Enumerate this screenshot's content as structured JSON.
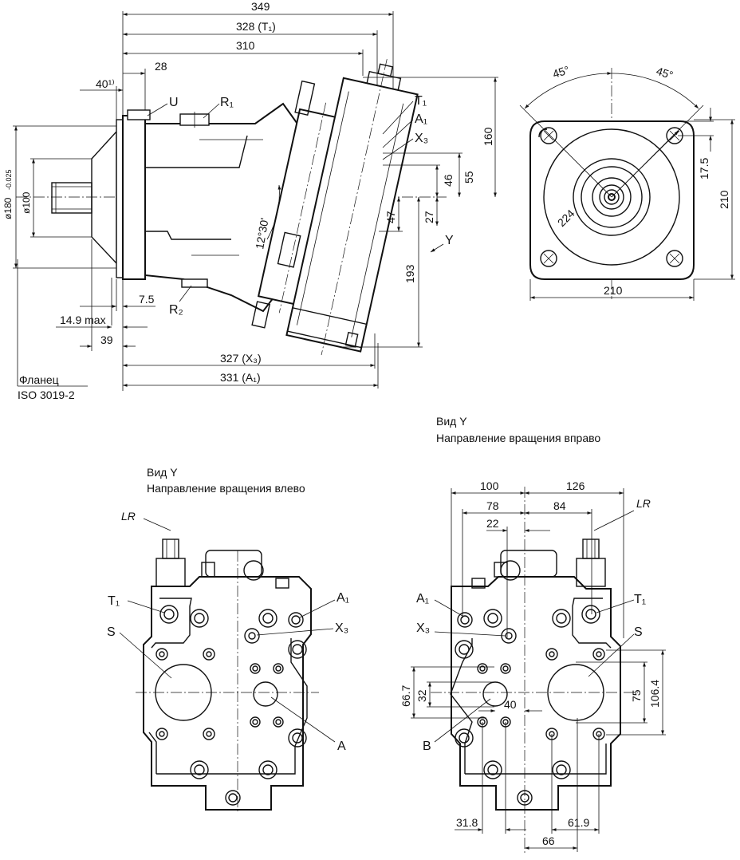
{
  "dims_side": {
    "d349": "349",
    "d328": "328 (T₁)",
    "d310": "310",
    "d28": "28",
    "d40": "40¹⁾",
    "d160": "160",
    "d55": "55",
    "d46": "46",
    "d47": "47",
    "d27": "27",
    "d193": "193",
    "d7_5": "7.5",
    "d14_9": "14.9 max",
    "d39": "39",
    "d327": "327 (X₃)",
    "d331": "331 (A₁)",
    "d180": "ø180",
    "d180_tol": "-0.025",
    "d100": "ø100",
    "angle": "12°30'"
  },
  "labels_side": {
    "U": "U",
    "R1": "R₁",
    "R2": "R₂",
    "T1": "T₁",
    "A1": "A₁",
    "X3": "X₃",
    "Y": "Y",
    "flange1": "Фланец",
    "flange2": "ISO 3019-2"
  },
  "dims_front": {
    "a45_left": "45°",
    "a45_right": "45°",
    "d17_5": "17.5",
    "d210v": "210",
    "d210h": "210",
    "d224": "224"
  },
  "view_left": {
    "title": "Вид Y",
    "subtitle": "Направление вращения влево",
    "LR": "LR",
    "T1": "T₁",
    "S": "S",
    "A1": "A₁",
    "X3": "X₃",
    "A": "A"
  },
  "view_right": {
    "title": "Вид Y",
    "subtitle": "Направление вращения вправо",
    "LR": "LR",
    "d100": "100",
    "d126": "126",
    "d78": "78",
    "d84": "84",
    "d22": "22",
    "A1": "A₁",
    "X3": "X₃",
    "T1": "T₁",
    "S": "S",
    "B": "B",
    "d66_7": "66.7",
    "d32": "32",
    "d40": "40",
    "d75": "75",
    "d106_4": "106.4",
    "d31_8": "31.8",
    "d61_9": "61.9",
    "d66": "66"
  }
}
